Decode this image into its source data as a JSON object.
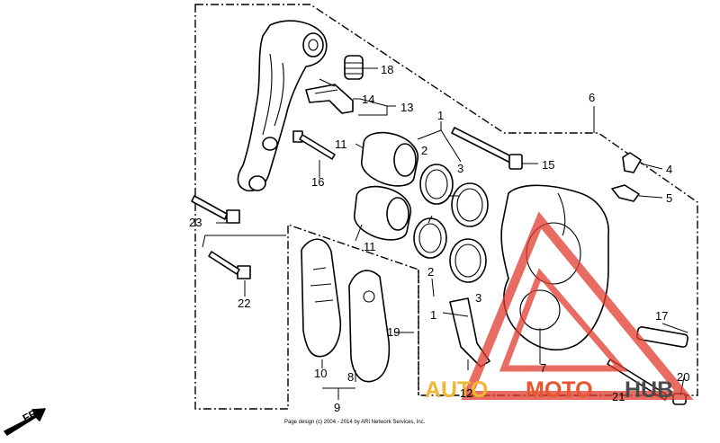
{
  "labels": {
    "n1a": "1",
    "n1b": "1",
    "n2a": "2",
    "n2b": "2",
    "n3a": "3",
    "n3b": "3",
    "n4": "4",
    "n5": "5",
    "n6": "6",
    "n7": "7",
    "n8": "8",
    "n9": "9",
    "n10": "10",
    "n11a": "11",
    "n11b": "11",
    "n12": "12",
    "n13": "13",
    "n14": "14",
    "n15": "15",
    "n16": "16",
    "n17": "17",
    "n18": "18",
    "n19": "19",
    "n20": "20",
    "n21": "21",
    "n22": "22",
    "n23": "23"
  },
  "direction_label": "FR.",
  "copyright": "Page design (c) 2004 - 2014 by ARI Network Services, Inc.",
  "watermark": {
    "auto": "AUTO",
    "moto": "MOTO",
    "hub": "HUB",
    "auto_color": "#f2b633",
    "moto_color": "#e8562e",
    "hub_color": "#4a4a4a",
    "triangle_color": "#e23b2e"
  }
}
